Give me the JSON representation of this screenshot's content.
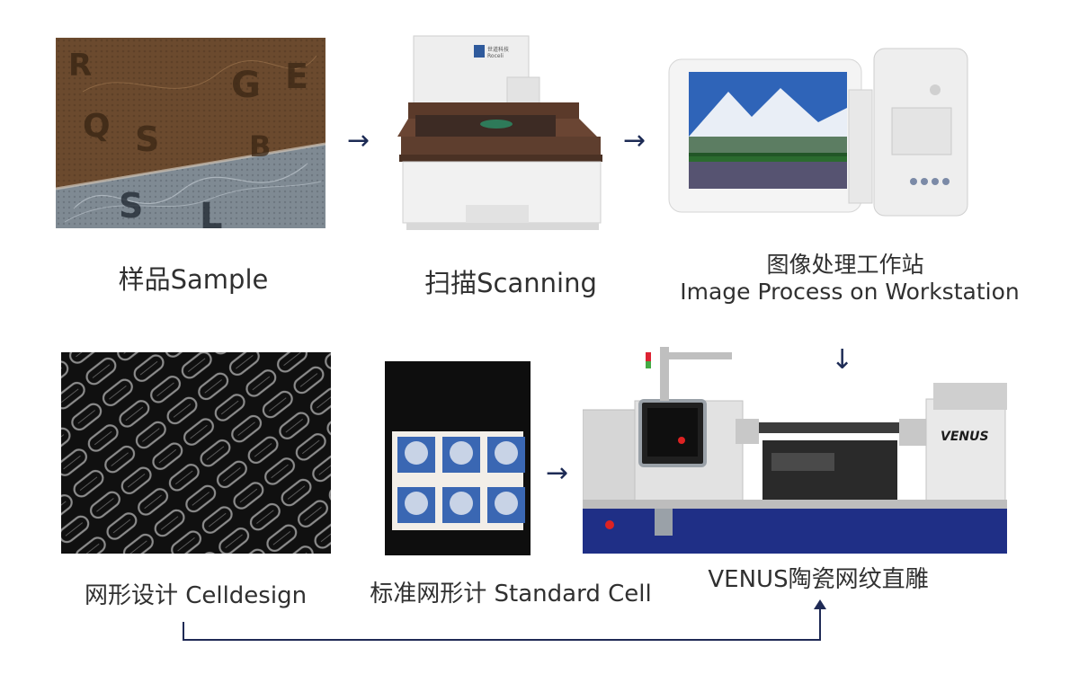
{
  "steps": {
    "sample": {
      "label": "样品Sample",
      "letters": [
        "R",
        "Q",
        "S",
        "G",
        "E",
        "B",
        "L",
        "S"
      ]
    },
    "scanning": {
      "label": "扫描Scanning",
      "brand": "Roceli"
    },
    "image_process": {
      "label_cn": "图像处理工作站",
      "label_en": "Image Process on Workstation"
    },
    "celldesign": {
      "label": "网形设计 Celldesign"
    },
    "standard_cell": {
      "label": "标准网形计 Standard Cell"
    },
    "venus": {
      "label": "VENUS陶瓷网纹直雕",
      "machine_brand": "VENUS"
    }
  },
  "arrows": {
    "right": "→",
    "down": "↓"
  },
  "colors": {
    "flow_line": "#1f2a55",
    "machine_base": "#1f2f86",
    "leather_brown": "#6b4a2e",
    "leather_grey": "#7f8a93"
  }
}
